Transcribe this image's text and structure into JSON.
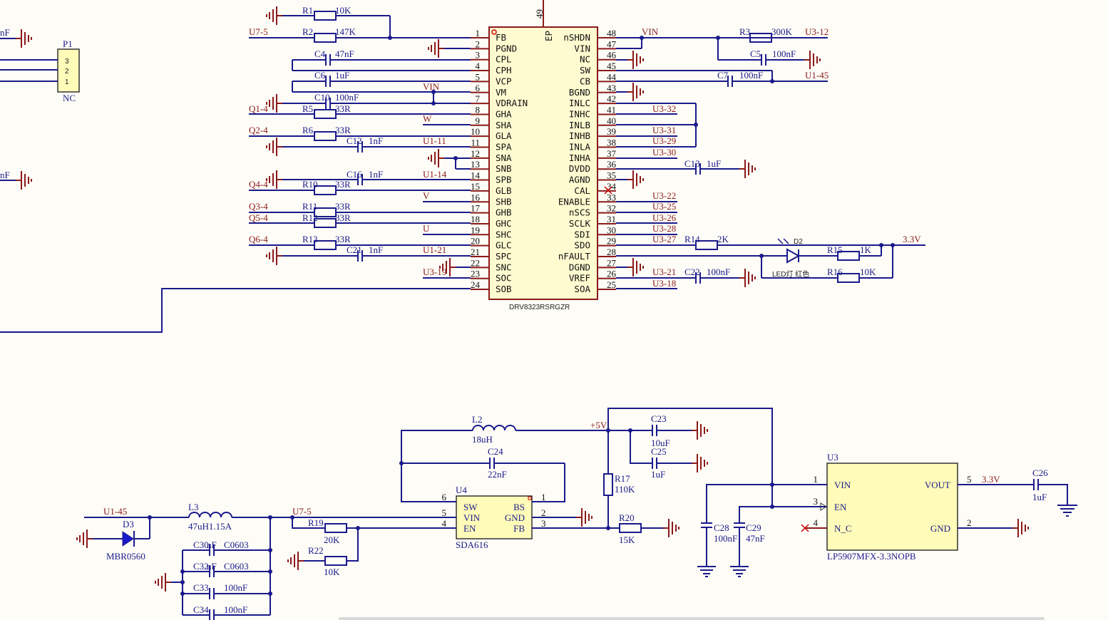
{
  "drv": {
    "ref": "DRV8323RSRGZR",
    "ep_pin": "49",
    "ep_label": "EP",
    "left_pins": [
      {
        "num": "1",
        "name": "FB"
      },
      {
        "num": "2",
        "name": "PGND"
      },
      {
        "num": "3",
        "name": "CPL"
      },
      {
        "num": "4",
        "name": "CPH"
      },
      {
        "num": "5",
        "name": "VCP"
      },
      {
        "num": "6",
        "name": "VM"
      },
      {
        "num": "7",
        "name": "VDRAIN"
      },
      {
        "num": "8",
        "name": "GHA"
      },
      {
        "num": "9",
        "name": "SHA"
      },
      {
        "num": "10",
        "name": "GLA"
      },
      {
        "num": "11",
        "name": "SPA"
      },
      {
        "num": "12",
        "name": "SNA"
      },
      {
        "num": "13",
        "name": "SNB"
      },
      {
        "num": "14",
        "name": "SPB"
      },
      {
        "num": "15",
        "name": "GLB"
      },
      {
        "num": "16",
        "name": "SHB"
      },
      {
        "num": "17",
        "name": "GHB"
      },
      {
        "num": "18",
        "name": "GHC"
      },
      {
        "num": "19",
        "name": "SHC"
      },
      {
        "num": "20",
        "name": "GLC"
      },
      {
        "num": "21",
        "name": "SPC"
      },
      {
        "num": "22",
        "name": "SNC"
      },
      {
        "num": "23",
        "name": "SOC"
      },
      {
        "num": "24",
        "name": "SOB"
      }
    ],
    "right_pins": [
      {
        "num": "48",
        "name": "nSHDN"
      },
      {
        "num": "47",
        "name": "VIN"
      },
      {
        "num": "46",
        "name": "NC"
      },
      {
        "num": "45",
        "name": "SW"
      },
      {
        "num": "44",
        "name": "CB"
      },
      {
        "num": "43",
        "name": "BGND"
      },
      {
        "num": "42",
        "name": "INLC"
      },
      {
        "num": "41",
        "name": "INHC"
      },
      {
        "num": "40",
        "name": "INLB"
      },
      {
        "num": "39",
        "name": "INHB"
      },
      {
        "num": "38",
        "name": "INLA"
      },
      {
        "num": "37",
        "name": "INHA"
      },
      {
        "num": "36",
        "name": "DVDD"
      },
      {
        "num": "35",
        "name": "AGND"
      },
      {
        "num": "34",
        "name": "CAL"
      },
      {
        "num": "33",
        "name": "ENABLE"
      },
      {
        "num": "32",
        "name": "nSCS"
      },
      {
        "num": "31",
        "name": "SCLK"
      },
      {
        "num": "30",
        "name": "SDI"
      },
      {
        "num": "29",
        "name": "SDO"
      },
      {
        "num": "28",
        "name": "nFAULT"
      },
      {
        "num": "27",
        "name": "DGND"
      },
      {
        "num": "26",
        "name": "VREF"
      },
      {
        "num": "25",
        "name": "SOA"
      }
    ]
  },
  "p1": {
    "ref": "P1",
    "value": "NC",
    "pins": [
      "3",
      "2",
      "1"
    ]
  },
  "left_partial": {
    "c1": "nF",
    "c2": "nF"
  },
  "components": {
    "R1": {
      "ref": "R1",
      "value": "10K"
    },
    "R2": {
      "ref": "R2",
      "value": "147K"
    },
    "C4": {
      "ref": "C4",
      "value": "47nF"
    },
    "C6": {
      "ref": "C6",
      "value": "1uF"
    },
    "C10": {
      "ref": "C10",
      "value": "100nF"
    },
    "R5": {
      "ref": "R5",
      "value": "33R"
    },
    "R6": {
      "ref": "R6",
      "value": "33R"
    },
    "C12": {
      "ref": "C12",
      "value": "1nF"
    },
    "C16": {
      "ref": "C16",
      "value": "1nF"
    },
    "R10": {
      "ref": "R10",
      "value": "33R"
    },
    "R11": {
      "ref": "R11",
      "value": "33R"
    },
    "R12": {
      "ref": "R12",
      "value": "33R"
    },
    "R13": {
      "ref": "R13",
      "value": "33R"
    },
    "C21": {
      "ref": "C21",
      "value": "1nF"
    },
    "R3": {
      "ref": "R3",
      "value": "300K"
    },
    "C5": {
      "ref": "C5",
      "value": "100nF"
    },
    "C7": {
      "ref": "C7",
      "value": "100nF"
    },
    "C13": {
      "ref": "C13",
      "value": "1uF"
    },
    "R14": {
      "ref": "R14",
      "value": "2K"
    },
    "D2": {
      "ref": "D2",
      "value": "LED灯 红色"
    },
    "R15": {
      "ref": "R15",
      "value": "1K"
    },
    "R16": {
      "ref": "R16",
      "value": "10K"
    },
    "C22": {
      "ref": "C22",
      "value": "100nF"
    },
    "L2": {
      "ref": "L2",
      "value": "18uH"
    },
    "C24": {
      "ref": "C24",
      "value": "22nF"
    },
    "C23": {
      "ref": "C23",
      "value": "10uF"
    },
    "C25": {
      "ref": "C25",
      "value": "1uF"
    },
    "R17": {
      "ref": "R17",
      "value": "110K"
    },
    "R20": {
      "ref": "R20",
      "value": "15K"
    },
    "R19": {
      "ref": "R19",
      "value": "20K"
    },
    "R22": {
      "ref": "R22",
      "value": "10K"
    },
    "L3": {
      "ref": "L3",
      "value": "47uH1.15A"
    },
    "D3": {
      "ref": "D3",
      "value": "MBR0560"
    },
    "C30": {
      "ref": "C30",
      "value": "nF",
      "pkg": "C0603"
    },
    "C32": {
      "ref": "C32",
      "value": "nF",
      "pkg": "C0603"
    },
    "C33": {
      "ref": "C33",
      "value": "100nF"
    },
    "C34": {
      "ref": "C34",
      "value": "100nF"
    },
    "C28": {
      "ref": "C28",
      "value": "100nF"
    },
    "C29": {
      "ref": "C29",
      "value": "47nF"
    },
    "C26": {
      "ref": "C26",
      "value": "1uF"
    }
  },
  "nets": {
    "u7_5": "U7-5",
    "vin": "VIN",
    "q1_4": "Q1-4",
    "w": "W",
    "q2_4": "Q2-4",
    "u1_11": "U1-11",
    "u1_14": "U1-14",
    "q4_4": "Q4-4",
    "v": "V",
    "q3_4": "Q3-4",
    "q5_4": "Q5-4",
    "u": "U",
    "q6_4": "Q6-4",
    "u1_21": "U1-21",
    "u3_19": "U3-19",
    "u3_12": "U3-12",
    "u1_45": "U1-45",
    "u3_32": "U3-32",
    "u3_31": "U3-31",
    "u3_29": "U3-29",
    "u3_30": "U3-30",
    "u3_22": "U3-22",
    "u3_25": "U3-25",
    "u3_26": "U3-26",
    "u3_28": "U3-28",
    "u3_27": "U3-27",
    "v33": "3.3V",
    "u3_21": "U3-21",
    "u3_18": "U3-18",
    "plus5v": "+5V"
  },
  "u4": {
    "ref": "U4",
    "part": "SDA616",
    "left": [
      {
        "num": "6",
        "name": "SW"
      },
      {
        "num": "5",
        "name": "VIN"
      },
      {
        "num": "4",
        "name": "EN"
      }
    ],
    "right": [
      {
        "num": "1",
        "name": "BS"
      },
      {
        "num": "2",
        "name": "GND"
      },
      {
        "num": "3",
        "name": "FB"
      }
    ]
  },
  "u3": {
    "ref": "U3",
    "part": "LP5907MFX-3.3NOPB",
    "left": [
      {
        "num": "1",
        "name": "VIN"
      },
      {
        "num": "3",
        "name": "EN"
      },
      {
        "num": "4",
        "name": "N_C"
      }
    ],
    "right": [
      {
        "num": "5",
        "name": "VOUT"
      },
      {
        "num": "2",
        "name": "GND"
      }
    ]
  }
}
